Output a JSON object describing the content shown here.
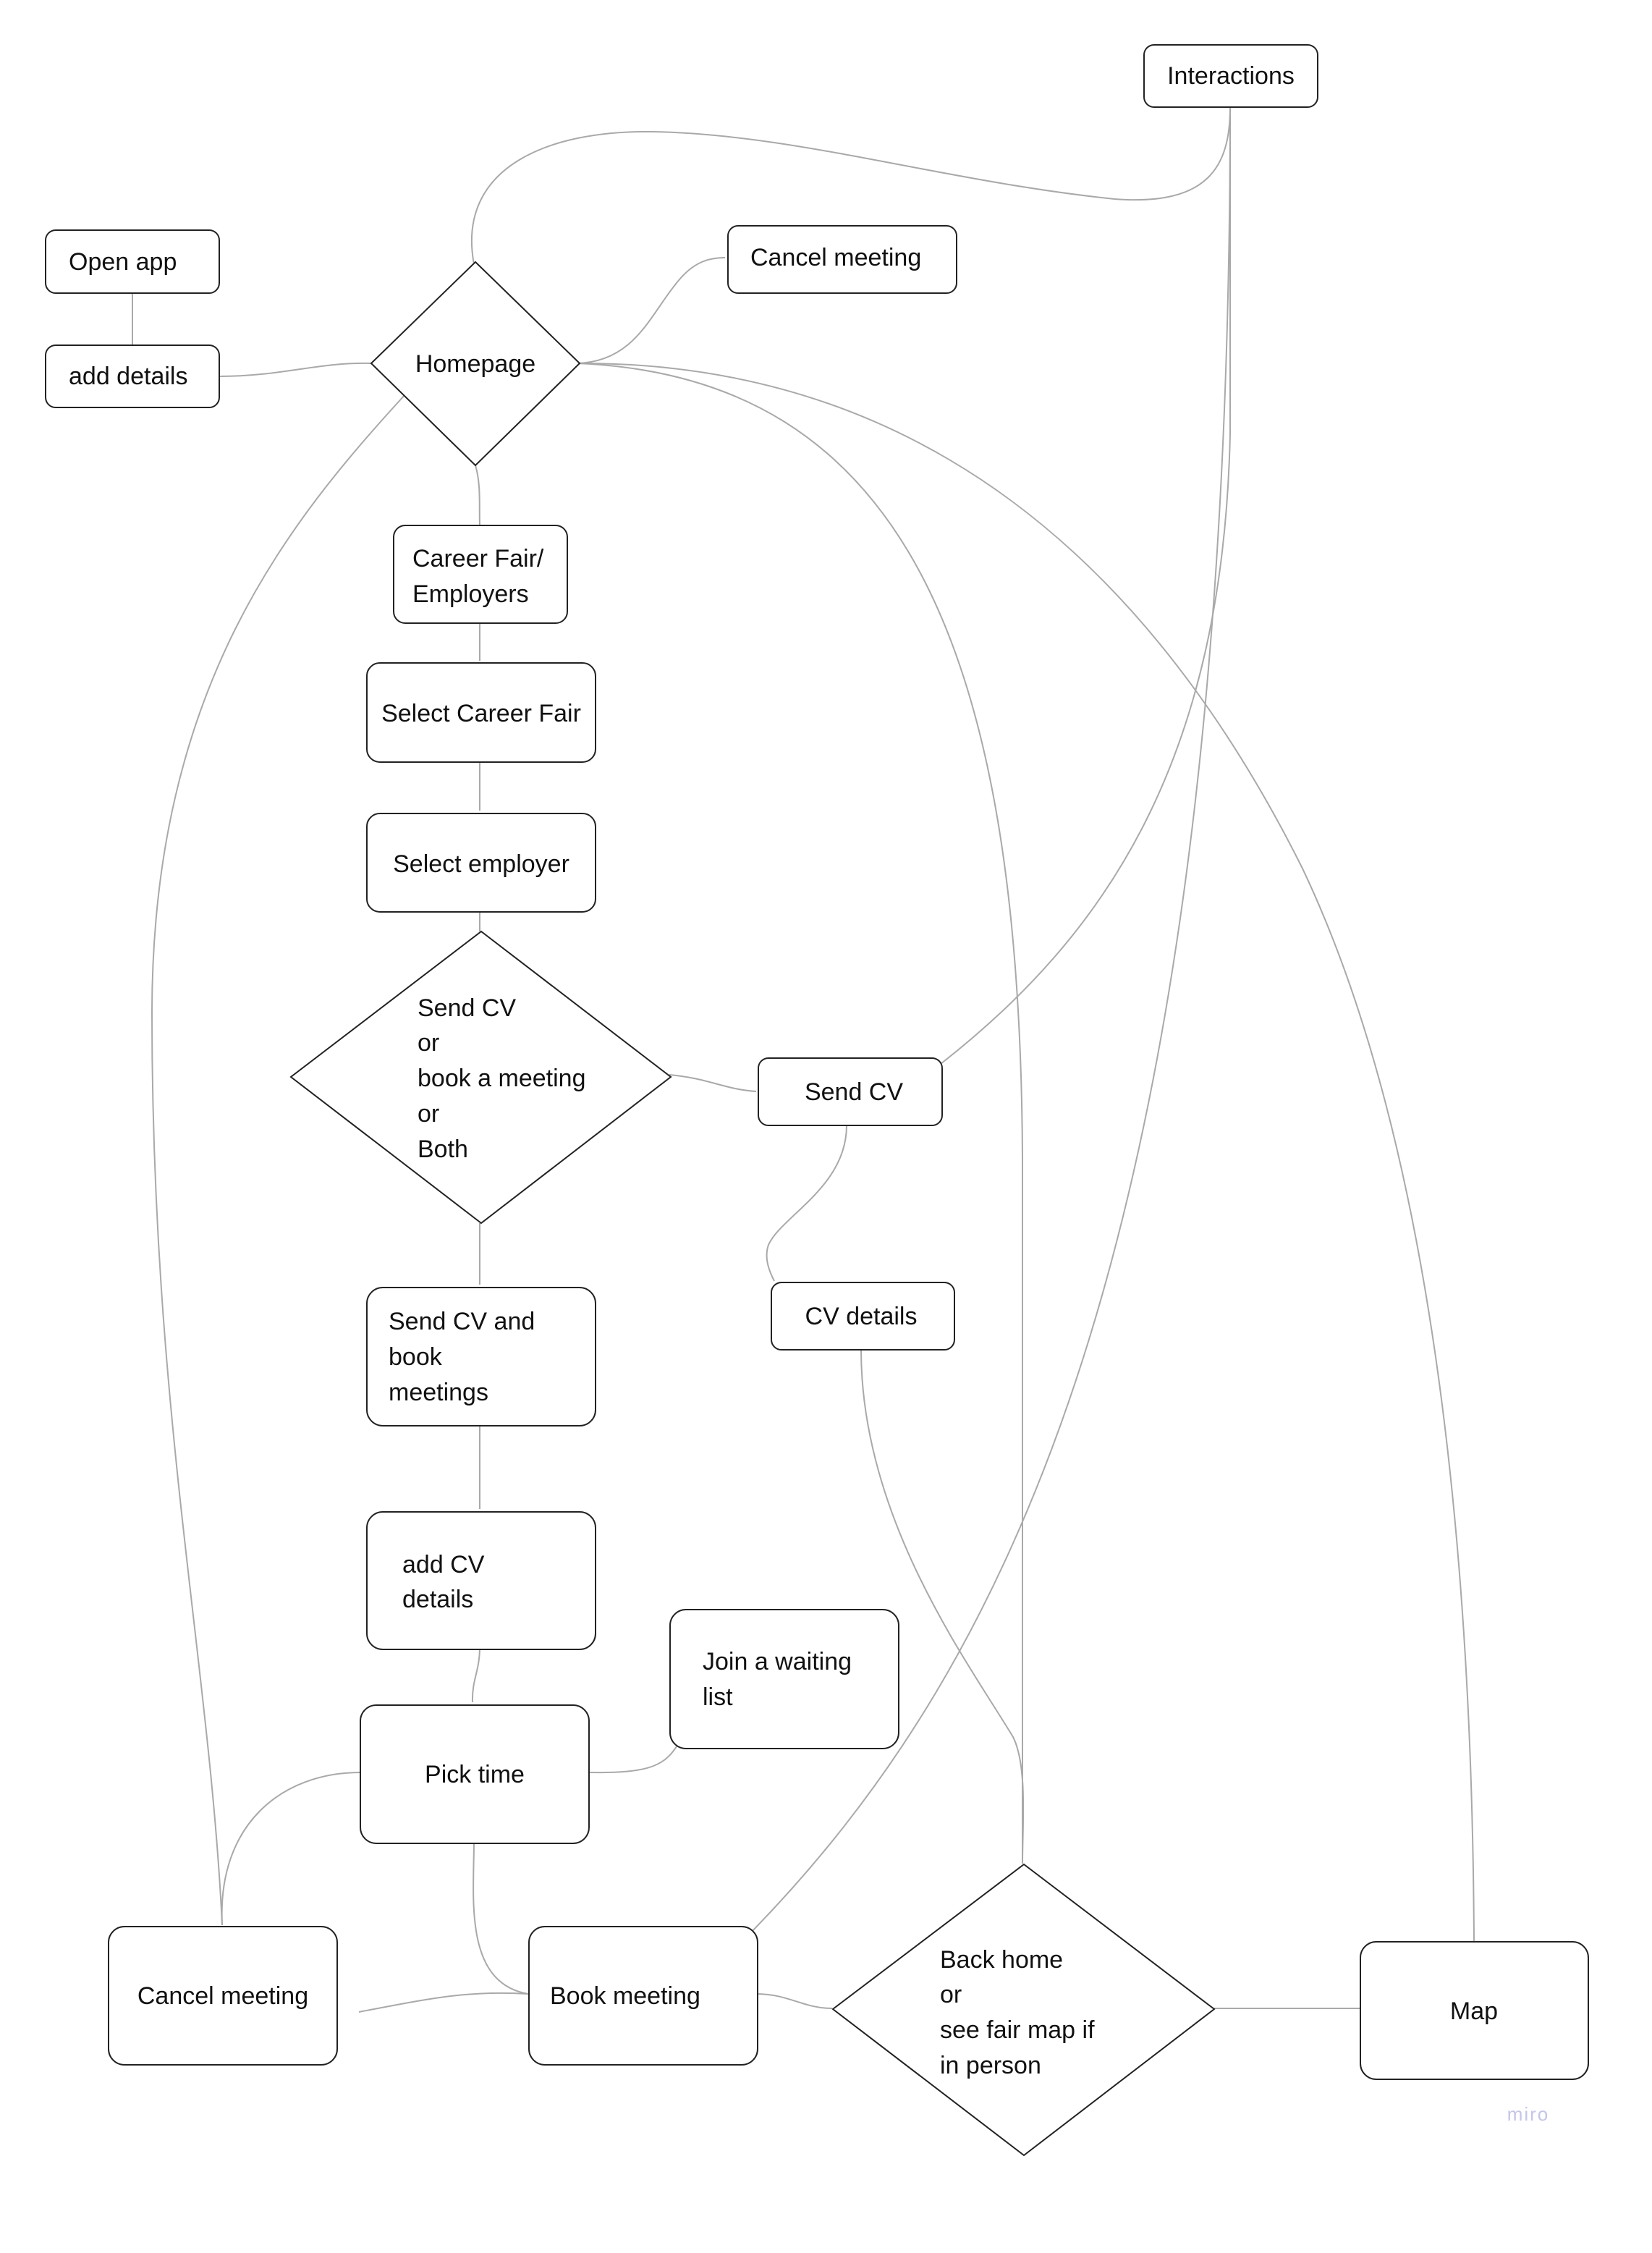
{
  "nodes": {
    "interactions": "Interactions",
    "open_app": "Open app",
    "add_details": "add details",
    "homepage": "Homepage",
    "cancel_meeting_top": "Cancel meeting",
    "career_fair": [
      "Career Fair/",
      "Employers"
    ],
    "select_career_fair": "Select Career Fair",
    "select_employer": "Select employer",
    "send_cv_decision": [
      "Send CV",
      "or",
      "book a meeting",
      "or",
      "Both"
    ],
    "send_cv": "Send CV",
    "cv_details": "CV details",
    "send_cv_and_book": [
      "Send CV and",
      "book",
      "meetings"
    ],
    "add_cv_details": [
      "add CV",
      "details"
    ],
    "join_waiting_list": [
      "Join a waiting",
      "list"
    ],
    "pick_time": "Pick time",
    "cancel_meeting_bottom": "Cancel meeting",
    "book_meeting": "Book meeting",
    "back_home_decision": [
      "Back home",
      "or",
      "see fair map if",
      "in person"
    ],
    "map": "Map"
  },
  "watermark": "miro"
}
